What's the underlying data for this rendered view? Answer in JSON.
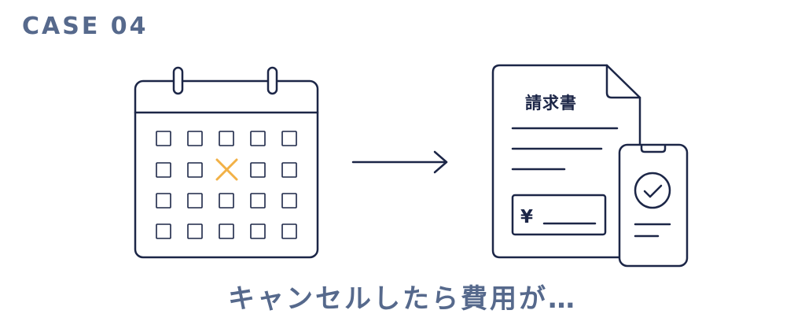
{
  "case_label": "CASE 04",
  "invoice": {
    "title": "請求書",
    "currency_symbol": "¥"
  },
  "caption": "キャンセルしたら費用が…",
  "icons": {
    "calendar": "calendar-icon",
    "cancel_mark": "x-mark-icon",
    "arrow": "arrow-right-icon",
    "document": "invoice-document-icon",
    "phone": "smartphone-icon",
    "check": "checkmark-icon"
  },
  "colors": {
    "ink": "#1c2647",
    "label": "#56698c",
    "accent": "#f2b146",
    "background": "#ffffff"
  }
}
